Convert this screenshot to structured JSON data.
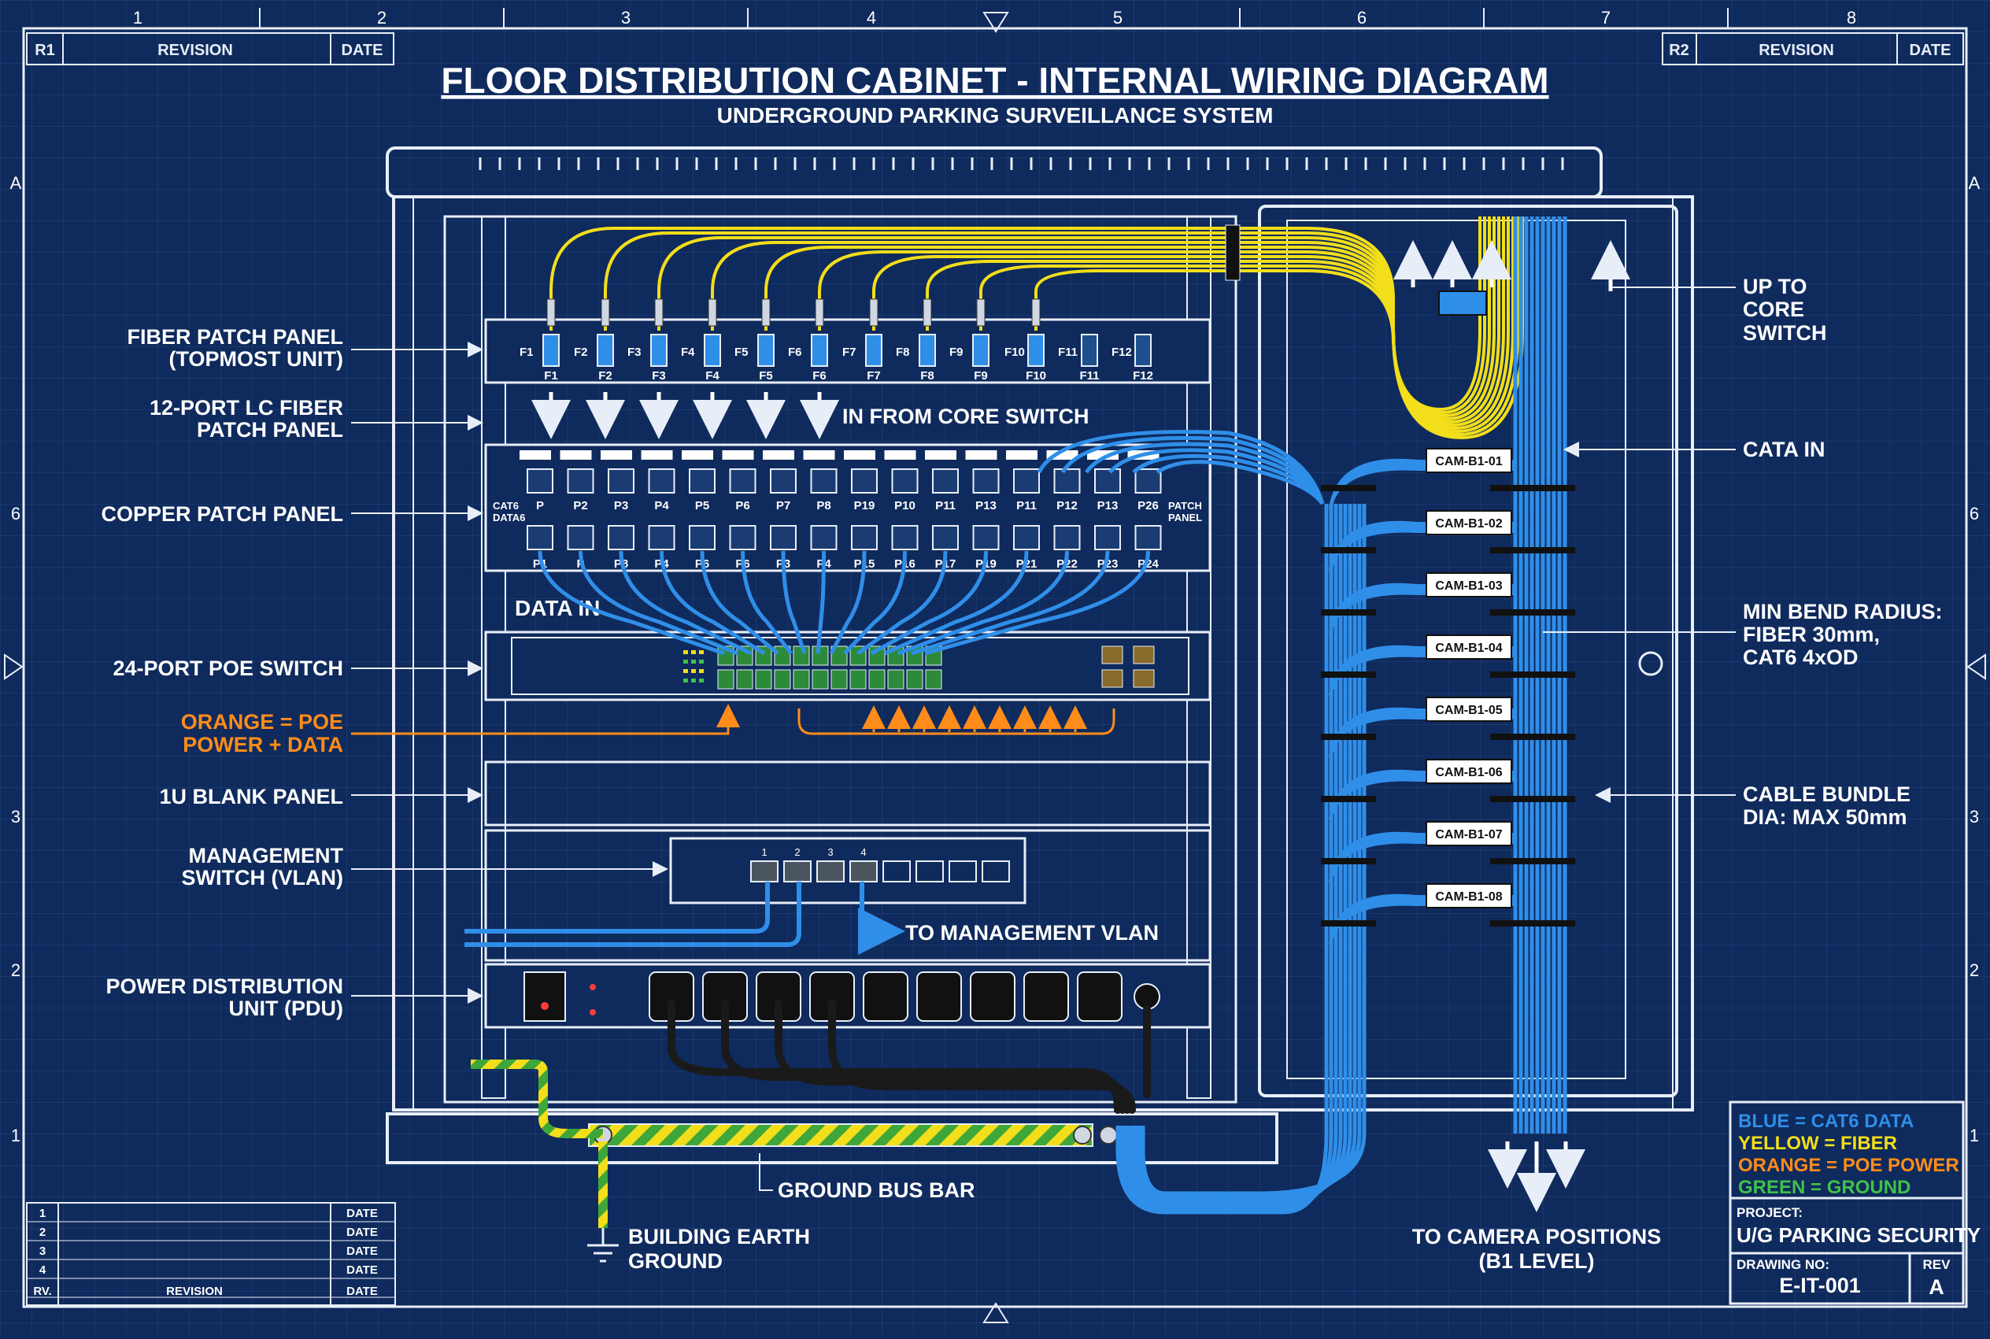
{
  "title": "FLOOR DISTRIBUTION CABINET - INTERNAL WIRING DIAGRAM",
  "subtitle": "UNDERGROUND PARKING SURVEILLANCE SYSTEM",
  "grid_top": [
    "1",
    "2",
    "3",
    "4",
    "5",
    "6",
    "7",
    "8"
  ],
  "grid_side": [
    "A",
    "6",
    "3",
    "2",
    "1"
  ],
  "revision_left": {
    "id": "R1",
    "revision": "REVISION",
    "date": "DATE"
  },
  "revision_right": {
    "id": "R2",
    "revision": "REVISION",
    "date": "DATE"
  },
  "labels_left": [
    "FIBER PATCH PANEL",
    "(TOPMOST UNIT)",
    "12-PORT LC FIBER",
    "PATCH PANEL",
    "COPPER PATCH PANEL",
    "24-PORT POE SWITCH",
    "ORANGE = POE",
    "POWER + DATA",
    "1U BLANK PANEL",
    "MANAGEMENT",
    "SWITCH (VLAN)",
    "POWER DISTRIBUTION",
    "UNIT (PDU)"
  ],
  "labels_right": [
    "UP TO",
    "CORE",
    "SWITCH",
    "CATA IN",
    "MIN BEND RADIUS:",
    "FIBER 30mm,",
    "CAT6 4xOD",
    "CABLE BUNDLE",
    "DIA: MAX 50mm"
  ],
  "fiber_ports": [
    "F1",
    "F2",
    "F3",
    "F4",
    "F5",
    "F6",
    "F7",
    "F8",
    "F9",
    "F10",
    "F11",
    "F12"
  ],
  "in_from_core": "IN FROM CORE SWITCH",
  "copper_top": [
    "P",
    "P2",
    "P3",
    "P4",
    "P5",
    "P6",
    "P7",
    "P8",
    "P19",
    "P10",
    "P11",
    "P13",
    "P11",
    "P12",
    "P13",
    "P26"
  ],
  "copper_bottom": [
    "P1",
    "P",
    "P8",
    "P4",
    "P6",
    "P6",
    "P3",
    "P4",
    "P15",
    "P16",
    "P17",
    "P19",
    "P21",
    "P22",
    "P23",
    "P24"
  ],
  "cat6_label": [
    "CAT6",
    "DATA6"
  ],
  "patch_label": [
    "PATCH",
    "PANEL"
  ],
  "data_in": "DATA IN",
  "mgmt_ports": [
    "1",
    "2",
    "3",
    "4"
  ],
  "to_mgmt": "TO MANAGEMENT VLAN",
  "cam_tags": [
    "CAM-B1-01",
    "CAM-B1-02",
    "CAM-B1-03",
    "CAM-B1-04",
    "CAM-B1-05",
    "CAM-B1-06",
    "CAM-B1-07",
    "CAM-B1-08"
  ],
  "ground_bus": "GROUND BUS BAR",
  "earth": [
    "BUILDING EARTH",
    "GROUND"
  ],
  "to_cameras": [
    "TO CAMERA POSITIONS",
    "(B1 LEVEL)"
  ],
  "legend": [
    {
      "text": "BLUE = CAT6 DATA",
      "color": "#2f8ee8"
    },
    {
      "text": "YELLOW = FIBER",
      "color": "#f2de1a"
    },
    {
      "text": "ORANGE = POE POWER",
      "color": "#ff8c1a"
    },
    {
      "text": "GREEN = GROUND",
      "color": "#3fc24a"
    }
  ],
  "project_label": "PROJECT:",
  "project": "U/G PARKING SECURITY",
  "drawing_label": "DRAWING NO:",
  "drawing": "E-IT-001",
  "rev_label": "REV",
  "rev": "A",
  "rev_table": {
    "rows": [
      "1",
      "2",
      "3",
      "4"
    ],
    "date": "DATE",
    "rv": "RV.",
    "revision": "REVISION"
  },
  "colors": {
    "background": "#0f2a5c",
    "line": "#e8eef8",
    "fiber": "#f2de1a",
    "cat6": "#2f8ee8",
    "poe": "#ff8c1a",
    "ground": "#3fc24a"
  }
}
